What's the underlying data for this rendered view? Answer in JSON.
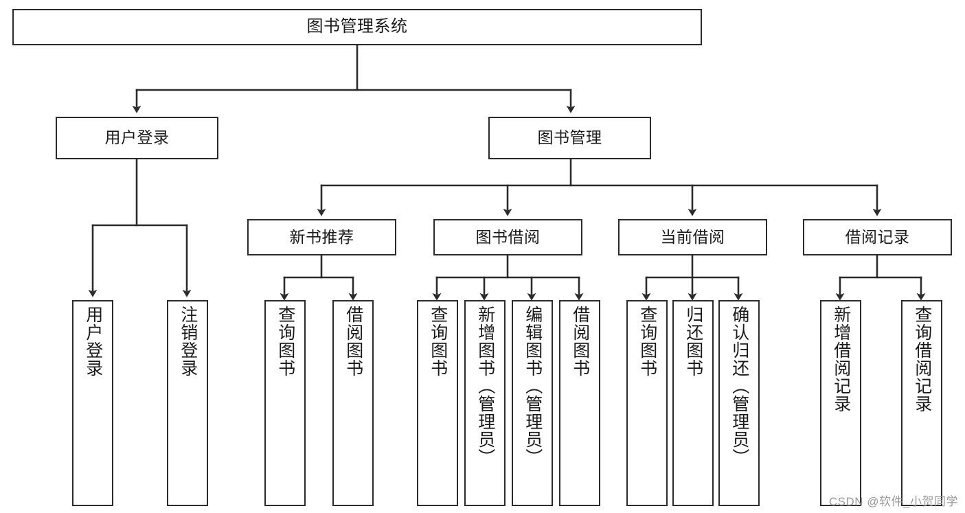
{
  "diagram": {
    "title": "图书管理系统",
    "type": "tree-hierarchy",
    "orientation": "top-down",
    "colors": {
      "node_border": "#2b2b2b",
      "node_fill": "#ffffff",
      "edge": "#2b2b2b",
      "text": "#1a1a1a",
      "background": "#ffffff",
      "watermark": "#9a9a9a"
    }
  },
  "watermark": {
    "text": "CSDN @软件_小贺同学"
  },
  "nodes": {
    "root": {
      "label": "图书管理系统"
    },
    "level2": [
      {
        "id": "user-login",
        "label": "用户登录"
      },
      {
        "id": "book-manage",
        "label": "图书管理"
      }
    ],
    "level3": [
      {
        "id": "new-book-recommend",
        "label": "新书推荐"
      },
      {
        "id": "book-borrow",
        "label": "图书借阅"
      },
      {
        "id": "current-borrow",
        "label": "当前借阅"
      },
      {
        "id": "borrow-record",
        "label": "借阅记录"
      }
    ],
    "leaves": {
      "user_login": [
        {
          "id": "leaf-user-login",
          "label": "用户登录"
        },
        {
          "id": "leaf-logout-login",
          "label": "注销登录"
        }
      ],
      "new_book_recommend": [
        {
          "id": "leaf-query-book-1",
          "label": "查询图书"
        },
        {
          "id": "leaf-borrow-book-1",
          "label": "借阅图书"
        }
      ],
      "book_borrow": [
        {
          "id": "leaf-query-book-2",
          "label": "查询图书"
        },
        {
          "id": "leaf-add-book",
          "label": "新增图书（管理员）"
        },
        {
          "id": "leaf-edit-book",
          "label": "编辑图书（管理员）"
        },
        {
          "id": "leaf-borrow-book-2",
          "label": "借阅图书"
        }
      ],
      "current_borrow": [
        {
          "id": "leaf-query-book-3",
          "label": "查询图书"
        },
        {
          "id": "leaf-return-book",
          "label": "归还图书"
        },
        {
          "id": "leaf-confirm-return",
          "label": "确认归还（管理员）"
        }
      ],
      "borrow_record": [
        {
          "id": "leaf-add-record",
          "label": "新增借阅记录"
        },
        {
          "id": "leaf-query-record",
          "label": "查询借阅记录"
        }
      ]
    }
  },
  "edges": [
    {
      "from": "图书管理系统",
      "to": "用户登录"
    },
    {
      "from": "图书管理系统",
      "to": "图书管理"
    },
    {
      "from": "用户登录",
      "to": "用户登录"
    },
    {
      "from": "用户登录",
      "to": "注销登录"
    },
    {
      "from": "图书管理",
      "to": "新书推荐"
    },
    {
      "from": "图书管理",
      "to": "图书借阅"
    },
    {
      "from": "图书管理",
      "to": "当前借阅"
    },
    {
      "from": "图书管理",
      "to": "借阅记录"
    },
    {
      "from": "新书推荐",
      "to": "查询图书"
    },
    {
      "from": "新书推荐",
      "to": "借阅图书"
    },
    {
      "from": "图书借阅",
      "to": "查询图书"
    },
    {
      "from": "图书借阅",
      "to": "新增图书（管理员）"
    },
    {
      "from": "图书借阅",
      "to": "编辑图书（管理员）"
    },
    {
      "from": "图书借阅",
      "to": "借阅图书"
    },
    {
      "from": "当前借阅",
      "to": "查询图书"
    },
    {
      "from": "当前借阅",
      "to": "归还图书"
    },
    {
      "from": "当前借阅",
      "to": "确认归还（管理员）"
    },
    {
      "from": "借阅记录",
      "to": "新增借阅记录"
    },
    {
      "from": "借阅记录",
      "to": "查询借阅记录"
    }
  ]
}
